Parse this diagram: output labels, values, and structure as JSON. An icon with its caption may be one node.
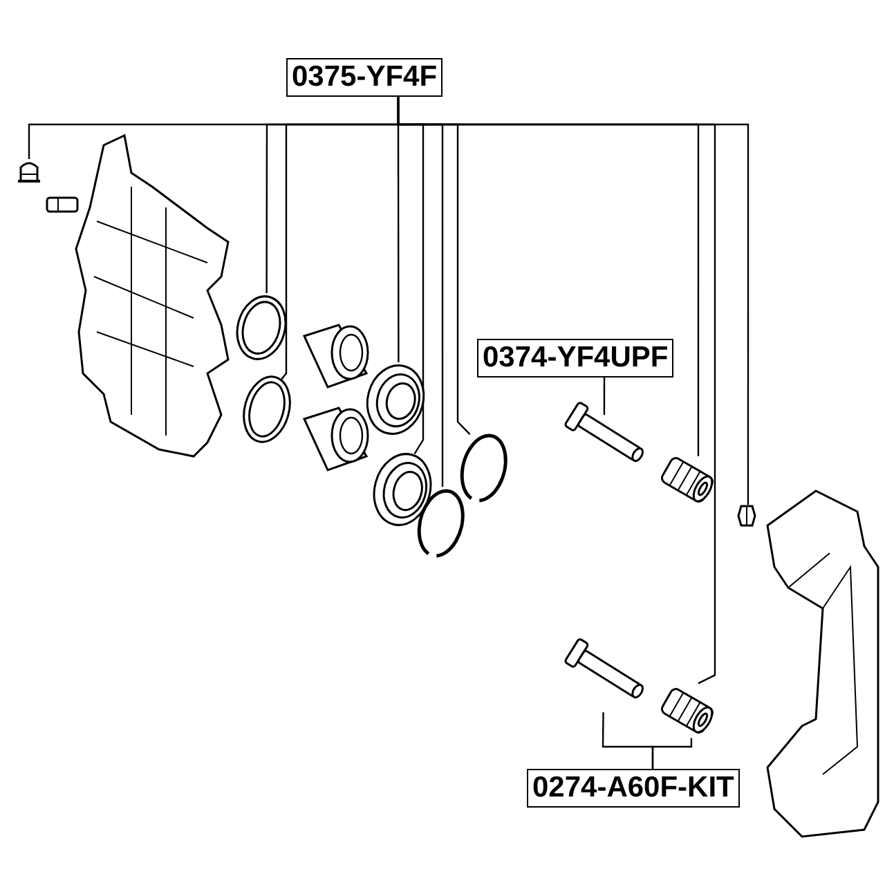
{
  "diagram": {
    "nodes": [
      {
        "text": [
          "0375-YF4F"
        ]
      },
      {
        "text": [
          "0374-YF4UPF"
        ]
      },
      {
        "text": [
          "0274-A60F-KIT"
        ]
      },
      {
        "text": [],
        "shape": "picture"
      },
      {
        "text": [],
        "shape": "picture"
      },
      {
        "text": [],
        "shape": "picture"
      },
      {
        "text": [],
        "shape": "picture"
      },
      {
        "text": [],
        "shape": "picture"
      },
      {
        "text": [],
        "shape": "picture"
      },
      {
        "text": [],
        "shape": "picture"
      },
      {
        "text": [],
        "shape": "picture"
      },
      {
        "text": [],
        "shape": "picture"
      },
      {
        "text": [],
        "shape": "picture"
      },
      {
        "text": [],
        "shape": "picture"
      },
      {
        "text": [],
        "shape": "picture"
      }
    ],
    "edges": [
      {
        "from": 0,
        "to": 3,
        "arrow": "none"
      },
      {
        "from": 0,
        "to": 4,
        "arrow": "none"
      },
      {
        "from": 0,
        "to": 5,
        "arrow": "none"
      },
      {
        "from": 0,
        "to": 6,
        "arrow": "none"
      },
      {
        "from": 0,
        "to": 7,
        "arrow": "none"
      },
      {
        "from": 0,
        "to": 8,
        "arrow": "none"
      },
      {
        "from": 0,
        "to": 9,
        "arrow": "none"
      },
      {
        "from": 0,
        "to": 10,
        "arrow": "none"
      },
      {
        "from": 0,
        "to": 11,
        "arrow": "none"
      },
      {
        "from": 0,
        "to": 12,
        "arrow": "none"
      },
      {
        "from": 1,
        "to": 13,
        "arrow": "none"
      },
      {
        "from": 2,
        "to": 14,
        "arrow": "none"
      },
      {
        "from": 2,
        "to": 11,
        "arrow": "none"
      }
    ]
  }
}
